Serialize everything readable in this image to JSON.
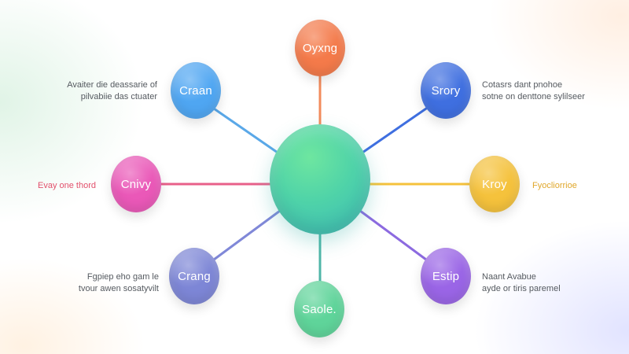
{
  "diagram": {
    "center": {
      "label": ""
    },
    "nodes": [
      {
        "id": "top",
        "label": "Oyxng",
        "color": "#f47a4a",
        "description": []
      },
      {
        "id": "top-left",
        "label": "Craan",
        "color": "#4fa6f2",
        "description": [
          "Avaiter die deassarie of",
          "pilvabiie das ctuater"
        ],
        "desc_color": "#555a60"
      },
      {
        "id": "top-right",
        "label": "Srory",
        "color": "#3f6fe0",
        "description": [
          "Cotasrs dant pnohoe",
          "sotne on denttone sylilseer"
        ],
        "desc_color": "#555a60"
      },
      {
        "id": "left",
        "label": "Cnivy",
        "color": "#ea58b8",
        "description": [
          "Evay one thord"
        ],
        "desc_color": "#e2506c"
      },
      {
        "id": "right",
        "label": "Kroy",
        "color": "#f5c23c",
        "description": [
          "Fyocliorrioe"
        ],
        "desc_color": "#e0a72a"
      },
      {
        "id": "bottom-left",
        "label": "Crang",
        "color": "#7d86d6",
        "description": [
          "Fgpiep eho gam le",
          "tvour awen sosatyvilt"
        ],
        "desc_color": "#555a60"
      },
      {
        "id": "bottom-right",
        "label": "Estip",
        "color": "#9a65e6",
        "description": [
          "Naant Avabue",
          "ayde or tiris paremel"
        ],
        "desc_color": "#555a60"
      },
      {
        "id": "bottom",
        "label": "Saole.",
        "color": "#5fd49a",
        "description": []
      }
    ],
    "link_colors": {
      "top": "#f28b5c",
      "top-left": "#5aa8e8",
      "top-right": "#3f6fe0",
      "left": "#e8608a",
      "right": "#f5c23c",
      "bottom-left": "#8088d8",
      "bottom-right": "#8c6ae0",
      "bottom": "#4fb6a8"
    }
  }
}
